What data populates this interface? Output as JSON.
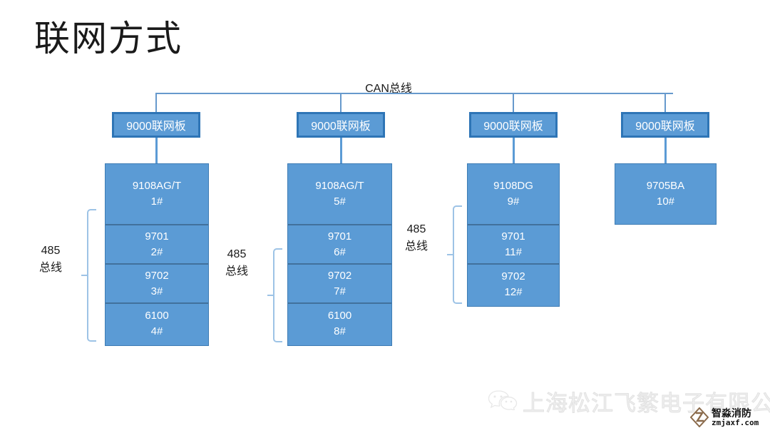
{
  "slide": {
    "title": "联网方式",
    "background_color": "#ffffff"
  },
  "colors": {
    "box_fill": "#5B9BD5",
    "box_border": "#2E75B6",
    "divider": "#41719C",
    "bus_line": "#6699CC",
    "brace": "#9DC3E6",
    "text_on_box": "#ffffff",
    "logo_bronze": "#8A6A4B"
  },
  "bus": {
    "can_label": "CAN总线",
    "branch_count": 4
  },
  "columns": [
    {
      "netboard_label": "9000联网板",
      "bus485_label_line1": "485",
      "bus485_label_line2": "总线",
      "has_bracket": true,
      "devices": [
        {
          "name": "9108AG/T",
          "address": "1#",
          "kind": "head"
        },
        {
          "name": "9701",
          "address": "2#",
          "kind": "sub"
        },
        {
          "name": "9702",
          "address": "3#",
          "kind": "sub"
        },
        {
          "name": "6100",
          "address": "4#",
          "kind": "sub"
        }
      ]
    },
    {
      "netboard_label": "9000联网板",
      "bus485_label_line1": "485",
      "bus485_label_line2": "总线",
      "has_bracket": true,
      "devices": [
        {
          "name": "9108AG/T",
          "address": "5#",
          "kind": "head"
        },
        {
          "name": "9701",
          "address": "6#",
          "kind": "sub"
        },
        {
          "name": "9702",
          "address": "7#",
          "kind": "sub"
        },
        {
          "name": "6100",
          "address": "8#",
          "kind": "sub"
        }
      ]
    },
    {
      "netboard_label": "9000联网板",
      "bus485_label_line1": "485",
      "bus485_label_line2": "总线",
      "has_bracket": true,
      "devices": [
        {
          "name": "9108DG",
          "address": "9#",
          "kind": "head"
        },
        {
          "name": "9701",
          "address": "11#",
          "kind": "sub"
        },
        {
          "name": "9702",
          "address": "12#",
          "kind": "sub"
        }
      ]
    },
    {
      "netboard_label": "9000联网板",
      "bus485_label_line1": "",
      "bus485_label_line2": "",
      "has_bracket": false,
      "devices": [
        {
          "name": "9705BA",
          "address": "10#",
          "kind": "single"
        }
      ]
    }
  ],
  "footer": {
    "wechat_icon": "wechat-icon",
    "watermark_text": "上海松江飞繁电子有限公司",
    "logo_icon": "zmjaxf-diamond-logo-icon",
    "logo_company": "智淼消防",
    "logo_url": "zmjaxf.com"
  }
}
